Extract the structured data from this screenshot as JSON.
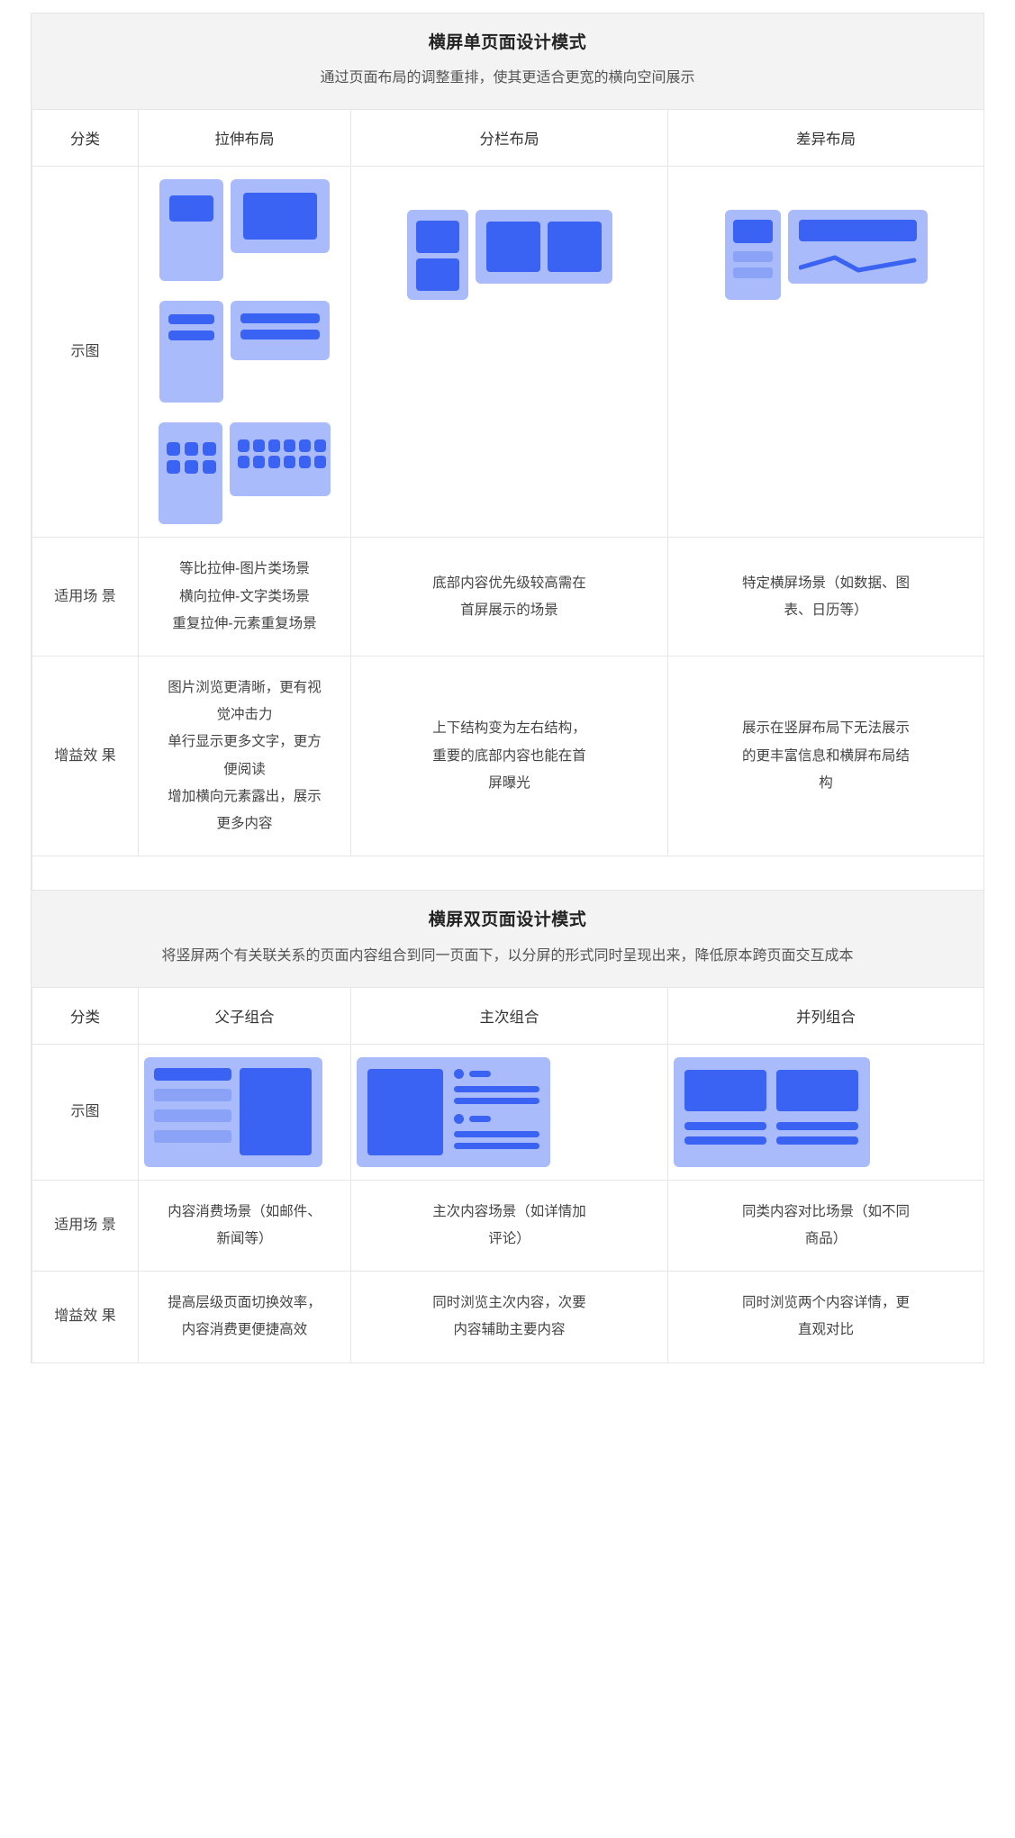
{
  "blocks": [
    {
      "id": "single-page",
      "title": "横屏单页面设计模式",
      "subtitle": "通过页面布局的调整重排，使其更适合更宽的横向空间展示",
      "columns": [
        "分类",
        "拉伸布局",
        "分栏布局",
        "差异布局"
      ],
      "rows": [
        {
          "label": "示图",
          "type": "diagram",
          "cells": [
            "stretch-layout-diagram",
            "column-layout-diagram",
            "difference-layout-diagram"
          ]
        },
        {
          "label": "适用场\n景",
          "label_lines": [
            "适用场",
            "景"
          ],
          "type": "text",
          "cells": [
            [
              "等比拉伸-图片类场景",
              "横向拉伸-文字类场景",
              "重复拉伸-元素重复场景"
            ],
            [
              "底部内容优先级较高需在",
              "首屏展示的场景"
            ],
            [
              "特定横屏场景（如数据、图",
              "表、日历等）"
            ]
          ]
        },
        {
          "label": "增益效\n果",
          "label_lines": [
            "增益效",
            "果"
          ],
          "type": "text",
          "cells": [
            [
              "图片浏览更清晰，更有视",
              "觉冲击力",
              "单行显示更多文字，更方",
              "便阅读",
              "增加横向元素露出，展示",
              "更多内容"
            ],
            [
              "上下结构变为左右结构，",
              "重要的底部内容也能在首",
              "屏曝光"
            ],
            [
              "展示在竖屏布局下无法展示",
              "的更丰富信息和横屏布局结",
              "构"
            ]
          ]
        }
      ]
    },
    {
      "id": "dual-page",
      "title": "横屏双页面设计模式",
      "subtitle": "将竖屏两个有关联关系的页面内容组合到同一页面下，以分屏的形式同时呈现出来，降低原本跨页面交互成本",
      "columns": [
        "分类",
        "父子组合",
        "主次组合",
        "并列组合"
      ],
      "rows": [
        {
          "label": "示图",
          "type": "diagram",
          "cells": [
            "parent-child-diagram",
            "primary-secondary-diagram",
            "parallel-diagram"
          ]
        },
        {
          "label": "适用场\n景",
          "label_lines": [
            "适用场",
            "景"
          ],
          "type": "text",
          "cells": [
            [
              "内容消费场景（如邮件、",
              "新闻等）"
            ],
            [
              "主次内容场景（如详情加",
              "评论）"
            ],
            [
              "同类内容对比场景（如不同",
              "商品）"
            ]
          ]
        },
        {
          "label": "增益效\n果",
          "label_lines": [
            "增益效",
            "果"
          ],
          "type": "text",
          "cells": [
            [
              "提高层级页面切换效率，",
              "内容消费更便捷高效"
            ],
            [
              "同时浏览主次内容，次要",
              "内容辅助主要内容"
            ],
            [
              "同时浏览两个内容详情，更",
              "直观对比"
            ]
          ]
        }
      ]
    }
  ],
  "colors": {
    "shell": "#a9bbfb",
    "block": "#3a63f3",
    "block_soft": "#8ba3f7",
    "banner_bg": "#f3f3f3",
    "border": "#e6e6e6",
    "text": "#333333"
  }
}
